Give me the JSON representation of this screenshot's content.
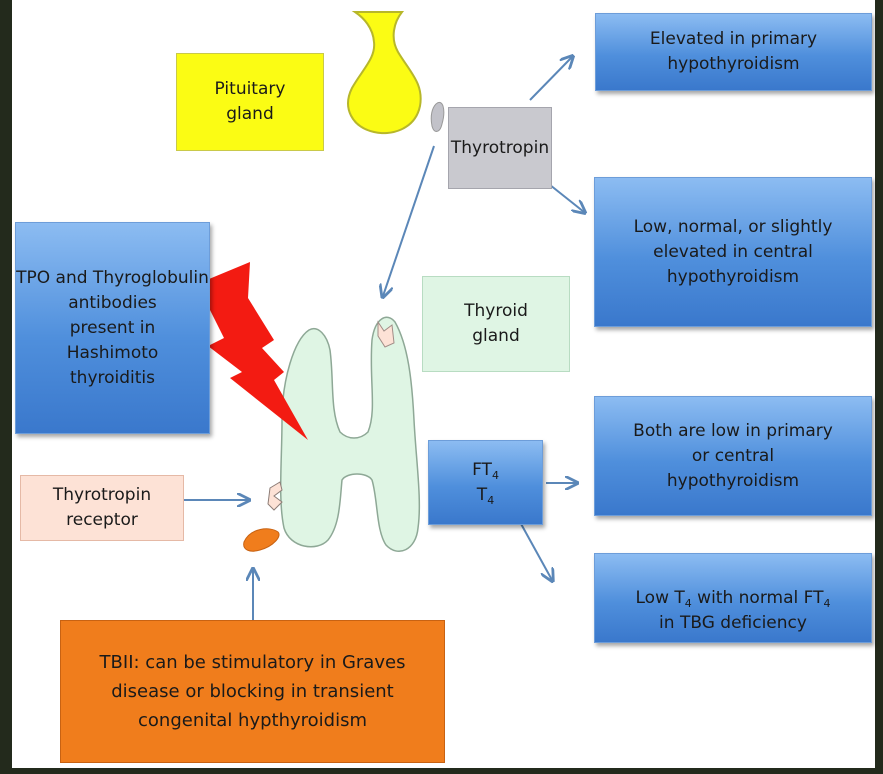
{
  "labels": {
    "pituitary": "Pituitary\ngland",
    "thyrotropin": "Thyrotropin",
    "elevated_primary": "Elevated in primary\nhypothyroidism",
    "low_normal_central": "Low, normal, or slightly\nelevated in central\nhypothyroidism",
    "tpo_antibodies": "TPO and Thyroglobulin\nantibodies\npresent in\nHashimoto\nthyroiditis",
    "thyroid_gland": "Thyroid\ngland",
    "ft4": "FT",
    "t4": "T",
    "subscript_4": "4",
    "both_low_central": "Both are low in primary\nor central\nhypothyroidism",
    "low_t4_prefix": "Low T",
    "low_t4_middle": " with normal FT",
    "low_t4_suffix": "in TBG deficiency",
    "thyrotropin_receptor": "Thyrotropin\nreceptor",
    "tbii": "TBII: can be stimulatory in Graves\ndisease or blocking in transient\ncongenital hypthyroidism"
  },
  "colors": {
    "arrow": "#5b87b8",
    "thyroid_fill": "#dff5e4",
    "lightning": "#f31b12",
    "pituitary_fill": "#fbfc14",
    "receptor_fill": "#fde2d6",
    "antibody_fill": "#f07d1c"
  }
}
